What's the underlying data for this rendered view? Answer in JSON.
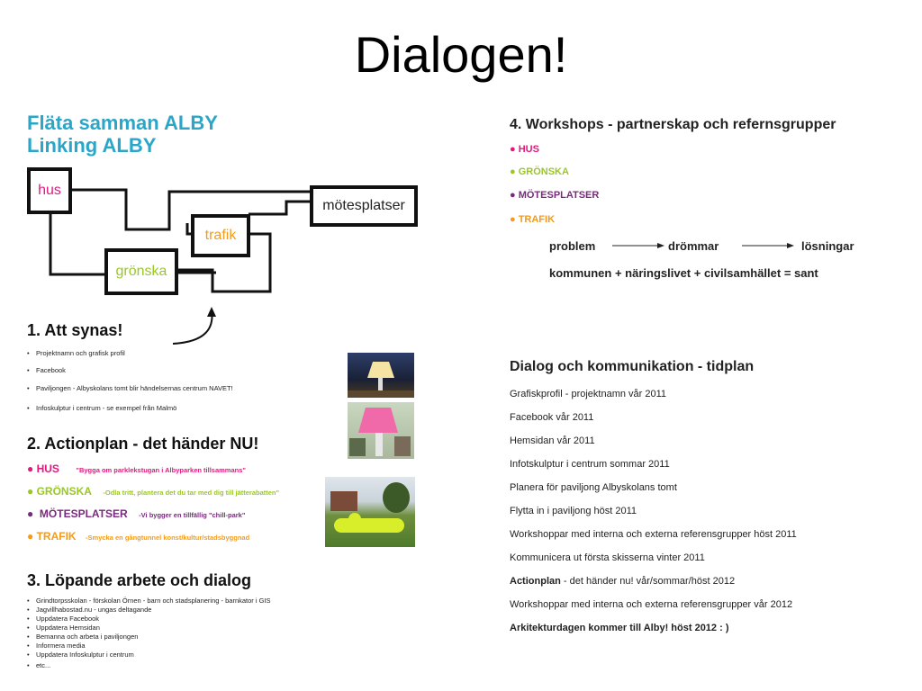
{
  "title": "Dialogen!",
  "left": {
    "brand_line1": "Fläta samman ALBY",
    "brand_line2": "Linking ALBY",
    "boxes": {
      "hus": "hus",
      "motesplatser": "mötesplatser",
      "trafik": "trafik",
      "gronska": "grönska"
    },
    "section1": {
      "heading": "1. Att synas!",
      "items": [
        "Projektnamn och grafisk profil",
        "Facebook",
        "Paviljongen - Albyskolans tomt blir händelsernas centrum   NAVET!",
        "Infoskulptur i centrum - se exempel från Malmö"
      ]
    },
    "section2": {
      "heading": "2. Actionplan - det händer NU!",
      "items": [
        {
          "tag": "HUS",
          "note": "\"Bygga om parklekstugan i Albyparken tillsammans\""
        },
        {
          "tag": "GRÖNSKA",
          "note": "-Odla tritt, plantera det du tar med dig till jätterabatten\""
        },
        {
          "tag": "MÖTESPLATSER",
          "note": "-Vi bygger en tillfällig \"chill-park\""
        },
        {
          "tag": "TRAFIK",
          "note": "-Smycka en gångtunnel  konst/kultur/stadsbyggnad"
        }
      ]
    },
    "section3": {
      "heading": "3. Löpande arbete och dialog",
      "items": [
        "Grindtorpsskolan - förskolan Örnen - barn och stadsplanering - barnkator i GIS",
        "Jagvillhabostad.nu - ungas deltagande",
        "Uppdatera Facebook",
        "Uppdatera Hemsidan",
        "Bemanna och arbeta i paviljongen",
        "Informera media",
        "Uppdatera Infoskulptur i centrum",
        "etc..."
      ]
    }
  },
  "right": {
    "workshops": {
      "heading": "4. Workshops - partnerskap och refernsgrupper",
      "tags": [
        "HUS",
        "GRÖNSKA",
        "MÖTESPLATSER",
        "TRAFIK"
      ],
      "flow": [
        "problem",
        "drömmar",
        "lösningar"
      ],
      "equation": "kommunen + näringslivet + civilsamhället = sant"
    },
    "timeline": {
      "heading": "Dialog och kommunikation - tidplan",
      "items": [
        {
          "bold": "",
          "text": "Grafiskprofil - projektnamn vår 2011"
        },
        {
          "bold": "",
          "text": "Facebook vår 2011"
        },
        {
          "bold": "",
          "text": "Hemsidan vår 2011"
        },
        {
          "bold": "",
          "text": "Infotskulptur i centrum sommar 2011"
        },
        {
          "bold": "",
          "text": "Planera för paviljong Albyskolans tomt"
        },
        {
          "bold": "",
          "text": "Flytta in i paviljong höst 2011"
        },
        {
          "bold": "",
          "text": "Workshoppar med interna och externa referensgrupper höst 2011"
        },
        {
          "bold": "",
          "text": "Kommunicera ut första skisserna vinter 2011"
        },
        {
          "bold": "Actionplan",
          "text": " - det händer nu! vår/sommar/höst 2012"
        },
        {
          "bold": "",
          "text": "Workshoppar med interna och externa referensgrupper vår 2012"
        },
        {
          "bold": "Arkitekturdagen kommer till Alby!  höst 2012 : )",
          "text": ""
        }
      ]
    }
  },
  "colors": {
    "brand": "#2aa6c9",
    "hus": "#e5177f",
    "gronska": "#9bc62a",
    "motesplatser": "#7a2a7e",
    "trafik": "#f39b1a"
  }
}
